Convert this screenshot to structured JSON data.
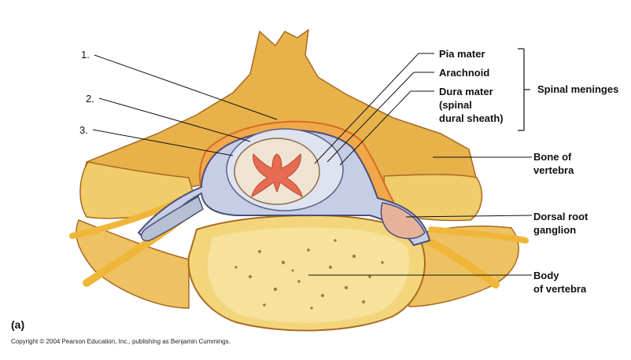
{
  "numbers": [
    "1.",
    "2.",
    "3."
  ],
  "labels": {
    "pia": "Pia mater",
    "arachnoid": "Arachnoid",
    "dura_1": "Dura mater",
    "dura_2": "(spinal",
    "dura_3": "dural sheath)",
    "meninges": "Spinal meninges",
    "bone_1": "Bone of",
    "bone_2": "vertebra",
    "drg_1": "Dorsal root",
    "drg_2": "ganglion",
    "body_1": "Body",
    "body_2": "of vertebra"
  },
  "figure_label": "(a)",
  "copyright": "Copyright © 2004 Pearson Education, Inc., publishing as Benjamin Cummings.",
  "colors": {
    "bone": "#e9b84a",
    "bone_light": "#f3d77e",
    "bone_dark": "#b7772a",
    "nerve": "#f0b63a",
    "dura": "#9aa1c4",
    "fat": "#e06a2a",
    "cord": "#efe4d2",
    "gray_matter": "#e66b52"
  }
}
